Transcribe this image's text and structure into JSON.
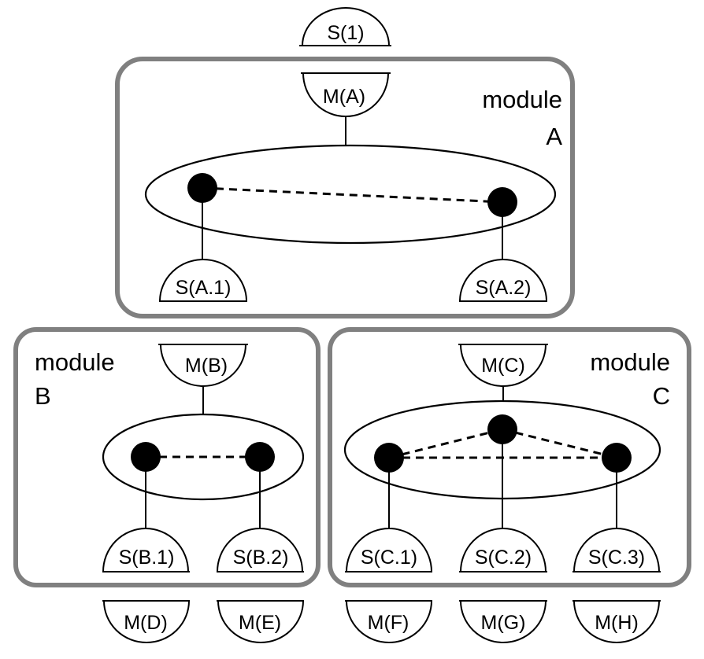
{
  "diagram": {
    "top_label": "S(1)",
    "modules": [
      {
        "id": "A",
        "title_line1": "module",
        "title_line2": "A",
        "master": "M(A)",
        "nodes": [
          "A.1",
          "A.2"
        ],
        "slaves": [
          "S(A.1)",
          "S(A.2)"
        ],
        "dashed_links": [
          [
            "A.1",
            "A.2"
          ]
        ]
      },
      {
        "id": "B",
        "title_line1": "module",
        "title_line2": "B",
        "master": "M(B)",
        "nodes": [
          "B.1",
          "B.2"
        ],
        "slaves": [
          "S(B.1)",
          "S(B.2)"
        ],
        "dashed_links": [
          [
            "B.1",
            "B.2"
          ]
        ]
      },
      {
        "id": "C",
        "title_line1": "module",
        "title_line2": "C",
        "master": "M(C)",
        "nodes": [
          "C.1",
          "C.2",
          "C.3"
        ],
        "slaves": [
          "S(C.1)",
          "S(C.2)",
          "S(C.3)"
        ],
        "dashed_links": [
          [
            "C.1",
            "C.2"
          ],
          [
            "C.2",
            "C.3"
          ],
          [
            "C.1",
            "C.3"
          ]
        ]
      }
    ],
    "bottom_masters": [
      "M(D)",
      "M(E)",
      "M(F)",
      "M(G)",
      "M(H)"
    ],
    "colors": {
      "module_border": "#808080",
      "stroke": "#000000",
      "node_fill": "#000000",
      "background": "#ffffff"
    }
  }
}
